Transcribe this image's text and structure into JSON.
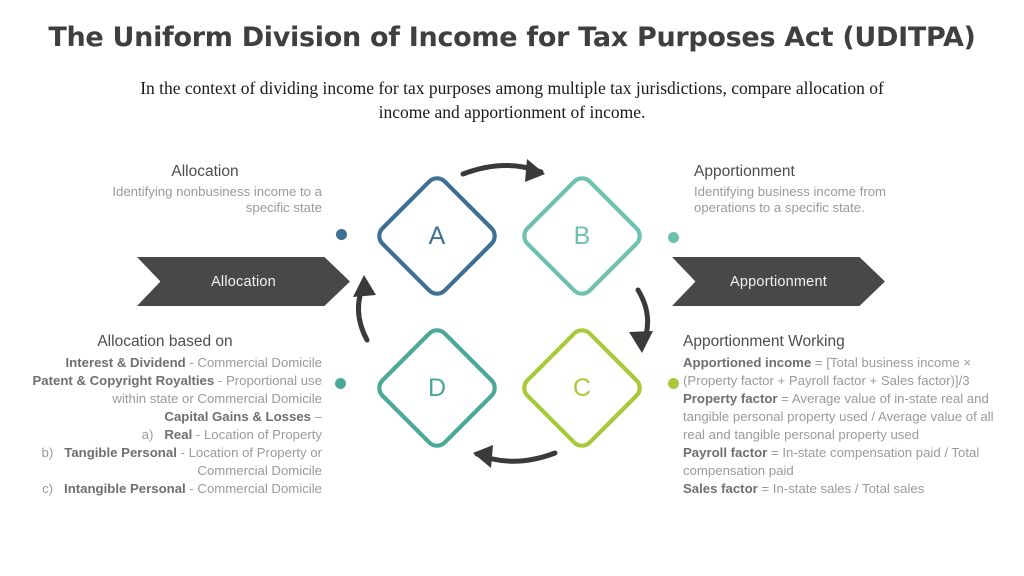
{
  "header": {
    "title": "The Uniform Division of Income for Tax Purposes Act (UDITPA)",
    "subtitle": "In the context of dividing income for tax purposes among multiple tax jurisdictions, compare allocation of income and apportionment of income."
  },
  "banners": {
    "left": "Allocation",
    "right": "Apportionment"
  },
  "blocks": {
    "allocation": {
      "heading": "Allocation",
      "body": "Identifying nonbusiness income to a specific state"
    },
    "apportionment": {
      "heading": "Apportionment",
      "body": " Identifying business income from operations to a specific state."
    },
    "allocation_based_on": {
      "heading": "Allocation based on",
      "lines": [
        {
          "bold": "Interest & Dividend",
          "rest": " - Commercial Domicile"
        },
        {
          "bold": "Patent & Copyright Royalties",
          "rest": " - Proportional use within state or Commercial Domicile"
        },
        {
          "bold": "Capital Gains & Losses",
          "rest": " –"
        },
        {
          "marker": "a)",
          "bold": "Real",
          "rest": " - Location of Property"
        },
        {
          "marker": "b)",
          "bold": "Tangible Personal",
          "rest": " - Location of Property or Commercial Domicile"
        },
        {
          "marker": "c)",
          "bold": "Intangible Personal",
          "rest": " - Commercial Domicile"
        }
      ]
    },
    "apportionment_working": {
      "heading": "Apportionment Working",
      "lines": [
        {
          "bold": "Apportioned income",
          "rest": " = [Total business income × (Property factor + Payroll factor + Sales factor)]/3"
        },
        {
          "bold": "Property factor",
          "rest": " = Average value of in-state real and tangible personal property used / Average value of all real and tangible personal property used"
        },
        {
          "bold": "Payroll factor",
          "rest": " = In-state compensation paid / Total compensation paid"
        },
        {
          "bold": "Sales factor",
          "rest": " = In-state sales / Total sales"
        }
      ]
    }
  },
  "diagram": {
    "nodes": [
      {
        "id": "A",
        "label": "A",
        "color": "#3d7094"
      },
      {
        "id": "B",
        "label": "B",
        "color": "#6ec1b0"
      },
      {
        "id": "C",
        "label": "C",
        "color": "#a8c93a"
      },
      {
        "id": "D",
        "label": "D",
        "color": "#4aa898"
      }
    ],
    "arrow_color": "#3a3a3a"
  },
  "colors": {
    "banner_bg": "#484848",
    "title": "#3f3f3f",
    "body_text": "#9a9a9a",
    "bold_text": "#6f6f6f"
  }
}
